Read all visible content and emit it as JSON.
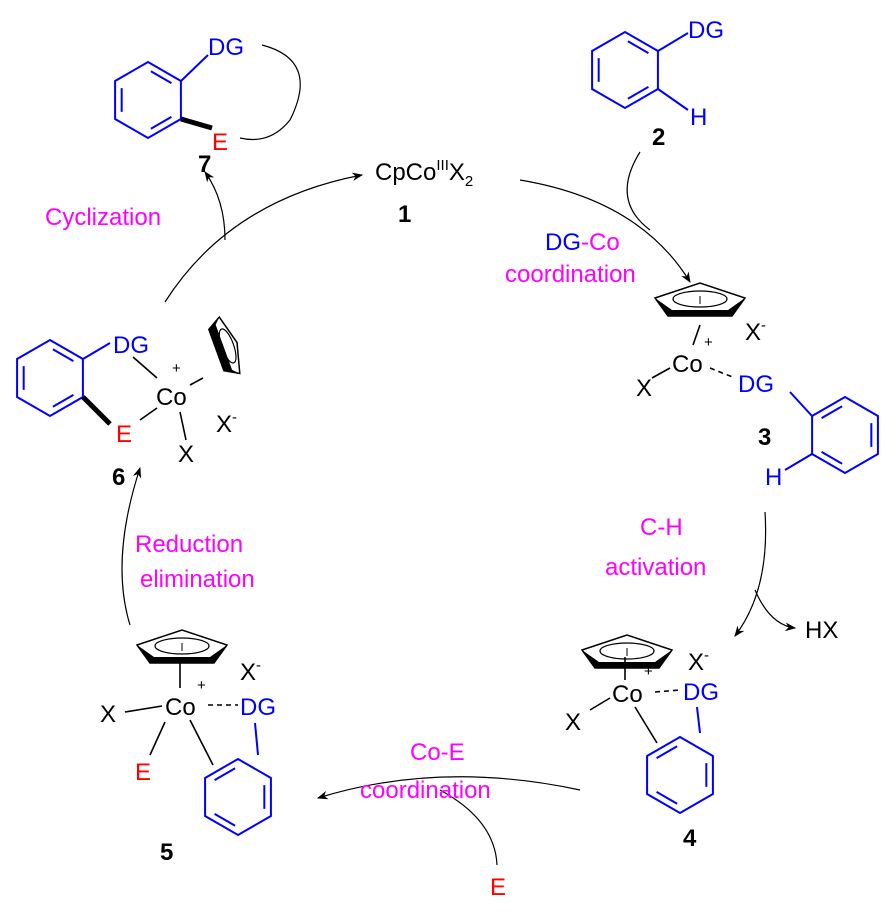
{
  "compounds": {
    "c1": {
      "number": "1",
      "formula_main": "CpCo",
      "formula_sup": "III",
      "formula_x": "X",
      "formula_sub": "2"
    },
    "c2": {
      "number": "2",
      "dg": "DG",
      "h": "H"
    },
    "c3": {
      "number": "3",
      "co": "Co",
      "charge": "+",
      "x": "X",
      "x_anion": "X",
      "anion_charge": "-",
      "dg": "DG",
      "h": "H"
    },
    "c4": {
      "number": "4",
      "co": "Co",
      "charge": "+",
      "x": "X",
      "x_anion": "X",
      "anion_charge": "-",
      "dg": "DG"
    },
    "c5": {
      "number": "5",
      "co": "Co",
      "charge": "+",
      "x": "X",
      "x_anion": "X",
      "anion_charge": "-",
      "dg": "DG",
      "e": "E"
    },
    "c6": {
      "number": "6",
      "co": "Co",
      "charge": "+",
      "x": "X",
      "x_anion": "X",
      "anion_charge": "-",
      "dg": "DG",
      "e": "E"
    },
    "c7": {
      "number": "7",
      "dg": "DG",
      "e": "E"
    }
  },
  "steps": {
    "coordination": {
      "dg": "DG",
      "co": "-Co",
      "line2": "coordination"
    },
    "ch_activation": {
      "line1": "C-H",
      "line2": "activation",
      "byproduct": "HX"
    },
    "coe_coordination": {
      "line1": "Co-E",
      "line2": "coordination",
      "reagent": "E"
    },
    "reduction": {
      "line1": "Reduction",
      "line2": "elimination"
    },
    "cyclization": {
      "line1": "Cyclization"
    }
  },
  "colors": {
    "ligand": "#0000ff",
    "electrophile": "#ff0000",
    "step_label": "#ff00ff",
    "metal": "#000000"
  }
}
